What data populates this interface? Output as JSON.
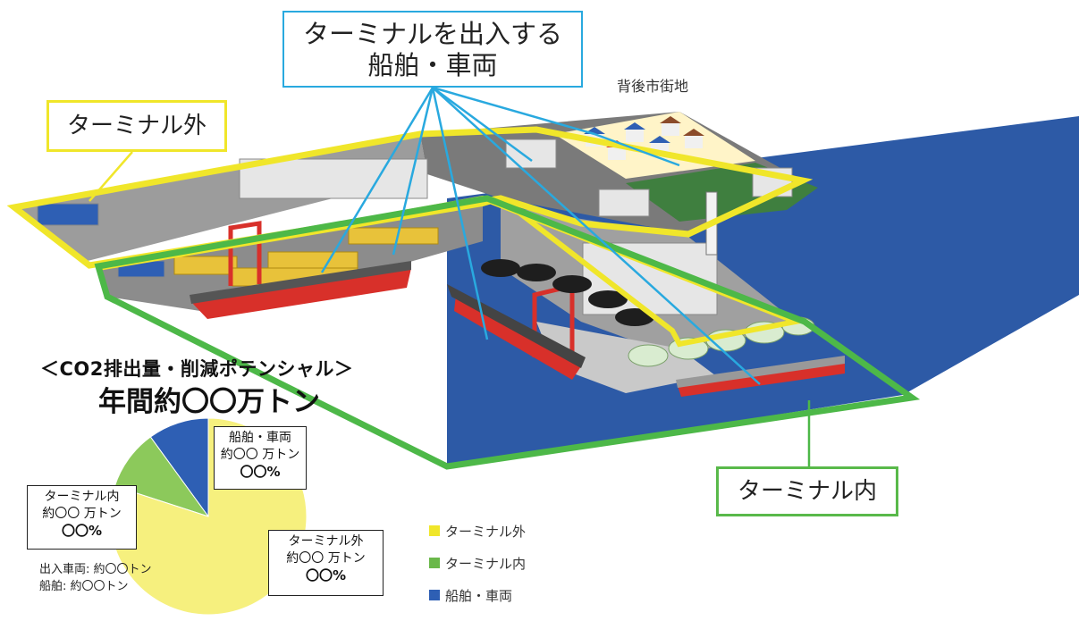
{
  "callouts": {
    "title_line1": "ターミナルを出入する",
    "title_line2": "船舶・車両",
    "outside": "ターミナル外",
    "inside": "ターミナル内",
    "hinterland": "背後市街地"
  },
  "co2": {
    "heading": "＜CO2排出量・削減ポテンシャル＞",
    "total": "年間約〇〇万トン"
  },
  "chart_data": {
    "type": "pie",
    "title": "＜CO2排出量・削減ポテンシャル＞",
    "subtitle": "年間約〇〇万トン",
    "slices": [
      {
        "name": "ターミナル外",
        "value": 0.8,
        "color": "#f6f07e"
      },
      {
        "name": "ターミナル内",
        "value": 0.1,
        "color": "#8cc95b"
      },
      {
        "name": "船舶・車両",
        "value": 0.1,
        "color": "#2e5fb4"
      }
    ],
    "legend": [
      "ターミナル外",
      "ターミナル内",
      "船舶・車両"
    ],
    "legend_placement": "right",
    "labels": {
      "ship": {
        "line1": "船舶・車両",
        "line2": "約〇〇 万トン",
        "line3": "〇〇%"
      },
      "inside": {
        "line1": "ターミナル内",
        "line2": "約〇〇 万トン",
        "line3": "〇〇%"
      },
      "outside": {
        "line1": "ターミナル外",
        "line2": "約〇〇 万トン",
        "line3": "〇〇%"
      }
    },
    "breakdown": [
      "出入車両: 約〇〇トン",
      "船舶: 約〇〇トン"
    ]
  },
  "colors": {
    "outside_border": "#f0e62a",
    "inside_border": "#4db848",
    "sea": "#2d5aa6",
    "callout_line": "#29a9df"
  }
}
